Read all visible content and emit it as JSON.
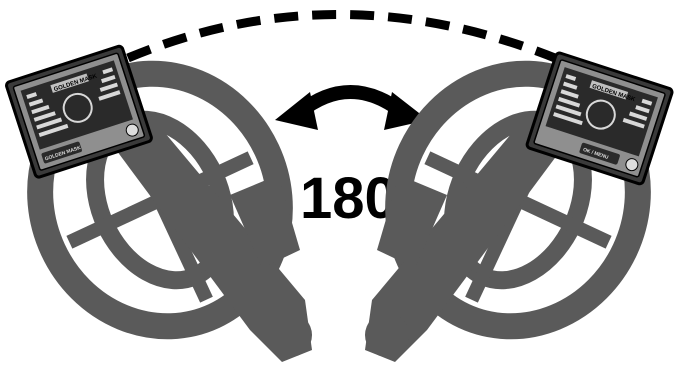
{
  "diagram": {
    "angle_value": "180",
    "angle_unit": "°",
    "device_brand": "GOLDEN MASK",
    "screen_labels": {
      "top": "GOLDEN MASK",
      "left_button": "GOLDEN MASK",
      "right_button": "OK / MENU"
    }
  },
  "colors": {
    "body": "#5a5a5a",
    "screen_frame": "#3a3a3a",
    "screen_bg": "#9a9a9a",
    "arc": "#000000",
    "arrow": "#000000"
  },
  "icons": {
    "rotation_arrow": "double-headed-curved-arrow-icon",
    "degree": "degree-symbol"
  }
}
